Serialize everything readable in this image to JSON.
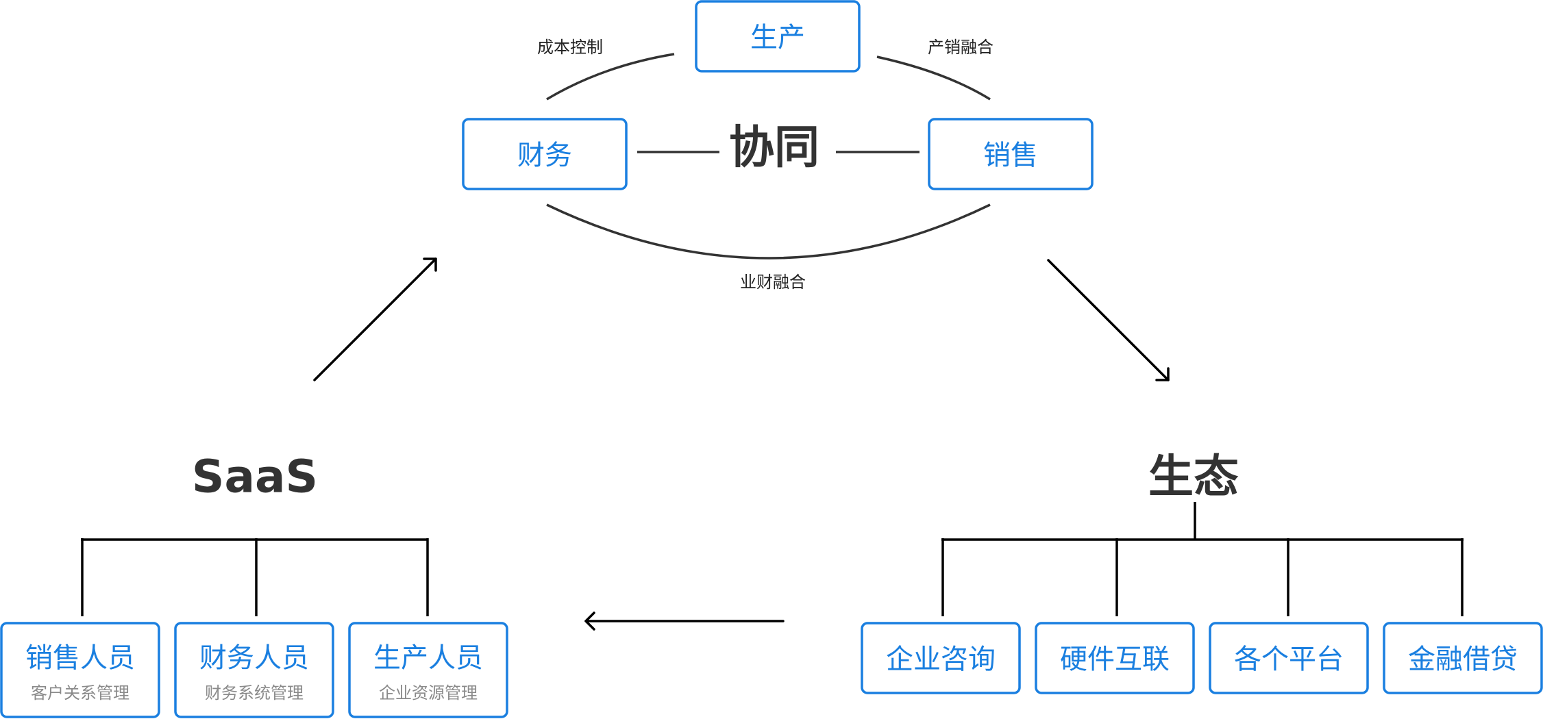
{
  "center": {
    "title": "协同",
    "production": "生产",
    "finance": "财务",
    "sales": "销售",
    "edge_cost_control": "成本控制",
    "edge_prod_sales": "产销融合",
    "edge_business_finance": "业财融合"
  },
  "saas": {
    "title": "SaaS",
    "items": [
      {
        "label": "销售人员",
        "sub": "客户关系管理"
      },
      {
        "label": "财务人员",
        "sub": "财务系统管理"
      },
      {
        "label": "生产人员",
        "sub": "企业资源管理"
      }
    ]
  },
  "ecosystem": {
    "title": "生态",
    "items": [
      {
        "label": "企业咨询"
      },
      {
        "label": "硬件互联"
      },
      {
        "label": "各个平台"
      },
      {
        "label": "金融借贷"
      }
    ]
  },
  "colors": {
    "accent": "#1a7fe0",
    "heading": "#333333",
    "subtext": "#8a8a8a",
    "line": "#000000"
  }
}
